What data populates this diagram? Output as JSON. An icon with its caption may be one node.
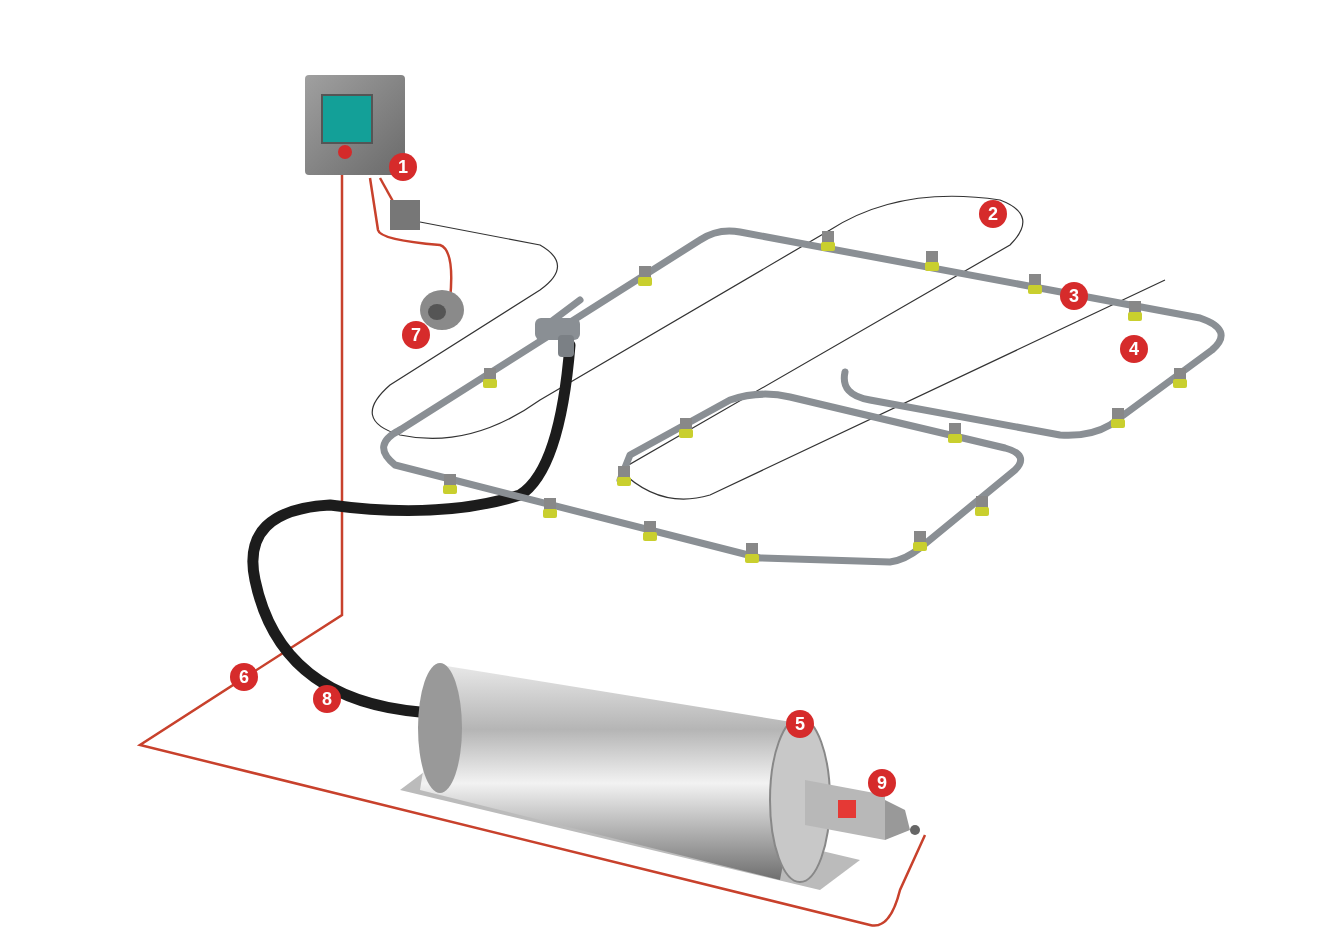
{
  "diagram": {
    "labels": [
      "1",
      "2",
      "3",
      "7",
      "4",
      "6",
      "8",
      "5",
      "9"
    ]
  }
}
